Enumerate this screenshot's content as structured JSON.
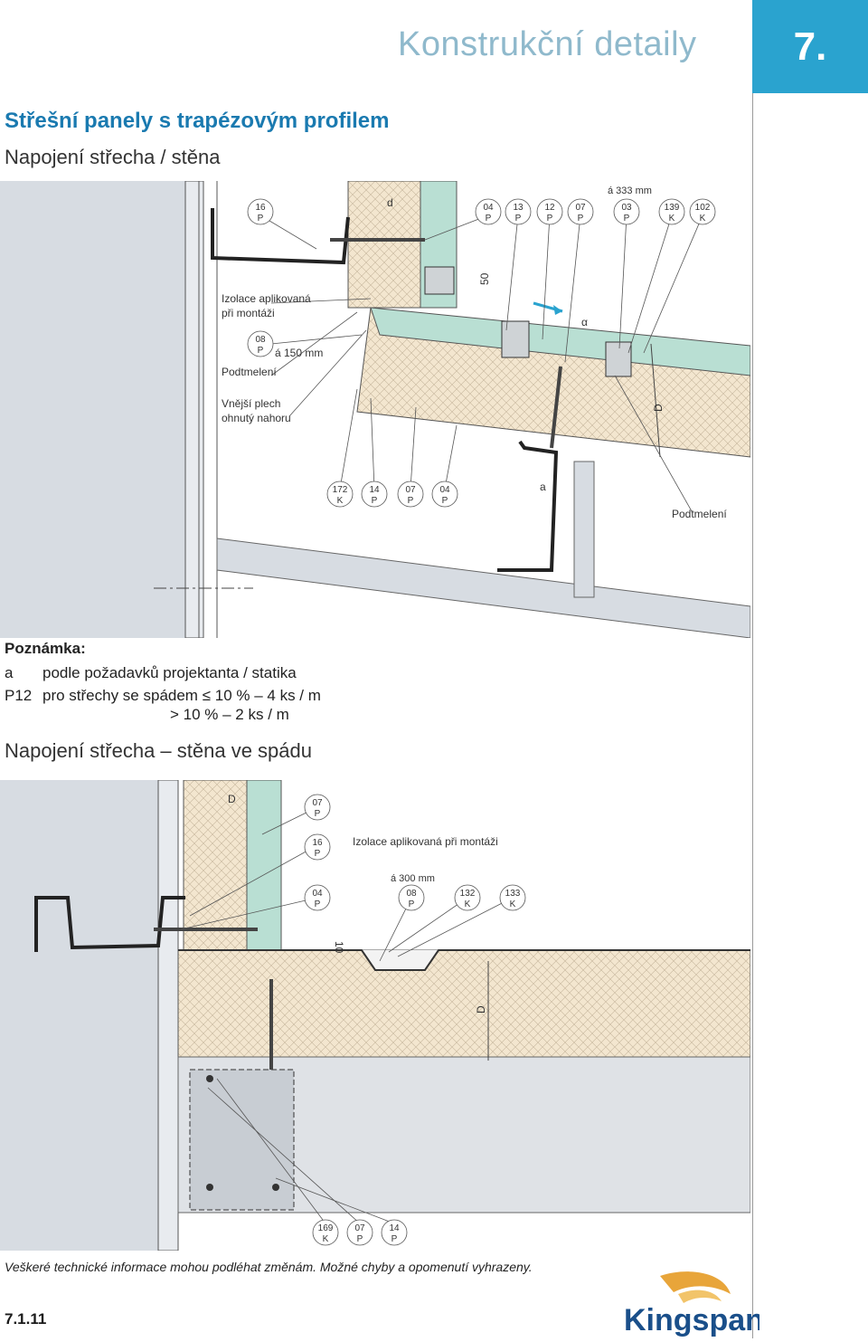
{
  "header": {
    "title": "Konstrukční detaily",
    "chapter": "7."
  },
  "section1": {
    "title": "Střešní panely s trapézovým profilem",
    "subtitle": "Napojení střecha / stěna",
    "callouts_top": [
      {
        "n": "16",
        "s": "P"
      },
      {
        "n": "04",
        "s": "P"
      },
      {
        "n": "13",
        "s": "P"
      },
      {
        "n": "12",
        "s": "P"
      },
      {
        "n": "07",
        "s": "P"
      },
      {
        "n": "03",
        "s": "P"
      },
      {
        "n": "139",
        "s": "K"
      },
      {
        "n": "102",
        "s": "K"
      }
    ],
    "spacing_top": "á 333 mm",
    "label_d": "d",
    "dim_50": "50",
    "alpha": "α",
    "label_D": "D",
    "label_a": "a",
    "izolace": [
      "Izolace aplikovaná",
      "při montáži"
    ],
    "callout_08": {
      "n": "08",
      "s": "P"
    },
    "spacing_150": "á 150 mm",
    "podtmeleni_left": "Podtmelení",
    "vnejsi": [
      "Vnější plech",
      "ohnutý nahoru"
    ],
    "callouts_bottom": [
      {
        "n": "172",
        "s": "K"
      },
      {
        "n": "14",
        "s": "P"
      },
      {
        "n": "07",
        "s": "P"
      },
      {
        "n": "04",
        "s": "P"
      }
    ],
    "podtmeleni_right": "Podtmelení"
  },
  "notes": {
    "title": "Poznámka:",
    "a_key": "a",
    "a_text": "podle požadavků projektanta / statika",
    "p12_key": "P12",
    "p12_line1": "pro střechy se spádem ≤ 10 % – 4 ks / m",
    "p12_line2": "> 10 % – 2 ks / m"
  },
  "section2": {
    "title": "Napojení střecha – stěna ve spádu",
    "label_D_top": "D",
    "callout_07": {
      "n": "07",
      "s": "P"
    },
    "callout_16": {
      "n": "16",
      "s": "P"
    },
    "izolace": "Izolace aplikovaná při montáži",
    "spacing_300": "á 300 mm",
    "callouts_mid": [
      {
        "n": "04",
        "s": "P"
      },
      {
        "n": "08",
        "s": "P"
      },
      {
        "n": "132",
        "s": "K"
      },
      {
        "n": "133",
        "s": "K"
      }
    ],
    "dim_10": "10",
    "label_D_side": "D",
    "callouts_bottom": [
      {
        "n": "169",
        "s": "K"
      },
      {
        "n": "07",
        "s": "P"
      },
      {
        "n": "14",
        "s": "P"
      }
    ]
  },
  "footer": {
    "disclaimer": "Veškeré technické informace mohou podléhat změnám. Možné chyby a opomenutí vyhrazeny.",
    "page": "7.1.11",
    "brand": "Kingspan"
  },
  "colors": {
    "accent": "#2aa3cf",
    "heading": "#1a7ab0",
    "wall": "#d7dce2",
    "panel_green": "#b9dfd3",
    "insulation": "#f3e6cf"
  }
}
